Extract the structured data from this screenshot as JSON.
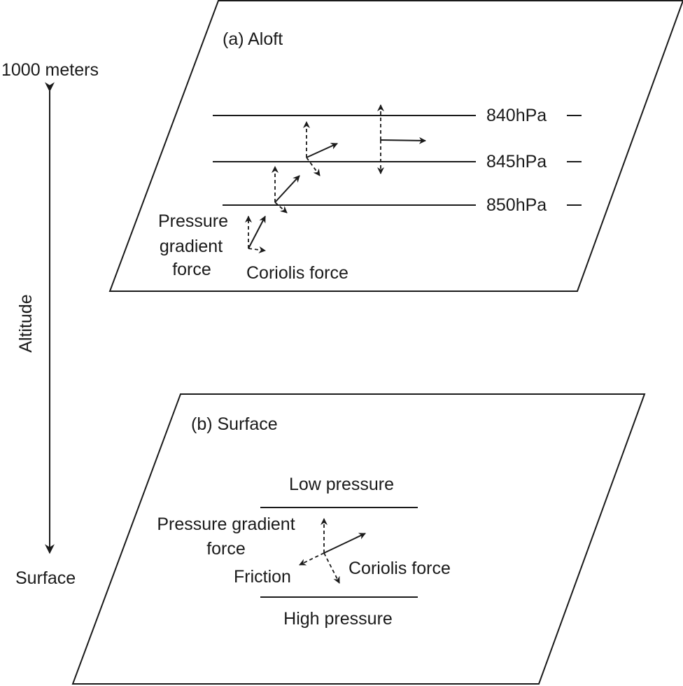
{
  "altitude": {
    "top_label": "1000 meters",
    "bottom_label": "Surface",
    "axis_label": "Altitude"
  },
  "aloft": {
    "title": "(a) Aloft",
    "isobars": [
      "840hPa",
      "845hPa",
      "850hPa"
    ],
    "pgf_label_lines": [
      "Pressure",
      "gradient",
      "force"
    ],
    "coriolis_label": "Coriolis force"
  },
  "surface": {
    "title": "(b) Surface",
    "low_label": "Low pressure",
    "high_label": "High pressure",
    "pgf_label_lines": [
      "Pressure gradient",
      "force"
    ],
    "friction_label": "Friction",
    "coriolis_label": "Coriolis force"
  }
}
